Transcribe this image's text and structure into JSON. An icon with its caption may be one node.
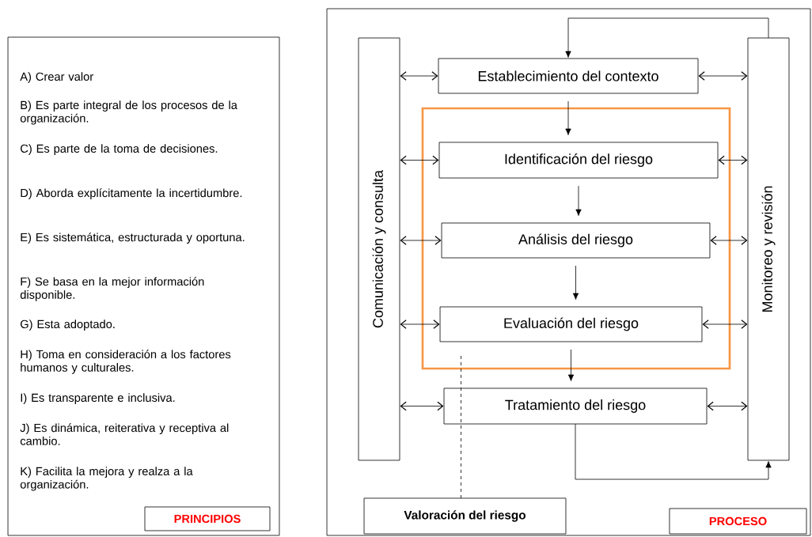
{
  "diagram": {
    "nodes": [
      {
        "text": [
          "A) Crear valor",
          "B) Es parte integral de los procesos de la organización.",
          "C) Es parte de la toma de decisiones.",
          "D) Aborda explícitamente la incertidumbre.",
          "E) Es sistemática, estructurada y oportuna.",
          "F) Se basa en la mejor información disponible.",
          "G) Esta adoptado.",
          "H) Toma en consideración a los factores humanos y culturales.",
          "I) Es transparente e inclusiva.",
          "J) Es dinámica, reiterativa y receptiva al cambio.",
          "K) Facilita la mejora y realza a la organización."
        ]
      },
      {
        "text": [
          "PRINCIPIOS"
        ],
        "in": 0
      },
      {
        "text": [],
        "shape": "box"
      },
      {
        "text": [
          "Comunicación y consulta"
        ],
        "in": 2
      },
      {
        "text": [
          "Monitoreo y revisión"
        ],
        "in": 2
      },
      {
        "text": [
          "Establecimiento del contexto"
        ],
        "in": 2
      },
      {
        "text": [],
        "shape": "box",
        "in": 2
      },
      {
        "text": [
          "Identificación del riesgo"
        ],
        "in": 6
      },
      {
        "text": [
          "Análisis del riesgo"
        ],
        "in": 6
      },
      {
        "text": [
          "Evaluación del riesgo"
        ],
        "in": 6
      },
      {
        "text": [
          "Tratamiento del riesgo"
        ],
        "in": 2
      },
      {
        "text": [
          "Valoración del riesgo"
        ],
        "in": 2
      },
      {
        "text": [
          "PROCESO"
        ],
        "in": 2
      }
    ],
    "edges": [
      {
        "from": 4,
        "to": 5,
        "arrow": "to"
      },
      {
        "from": 5,
        "to": 7,
        "arrow": "to"
      },
      {
        "from": 7,
        "to": 8,
        "arrow": "to"
      },
      {
        "from": 8,
        "to": 9,
        "arrow": "to"
      },
      {
        "from": 9,
        "to": 10,
        "arrow": "to"
      },
      {
        "from": 10,
        "to": 4,
        "arrow": "to"
      },
      {
        "from": 3,
        "to": 5,
        "arrow": "both"
      },
      {
        "from": 3,
        "to": 7,
        "arrow": "both"
      },
      {
        "from": 3,
        "to": 8,
        "arrow": "both"
      },
      {
        "from": 3,
        "to": 9,
        "arrow": "both"
      },
      {
        "from": 3,
        "to": 10,
        "arrow": "both"
      },
      {
        "from": 5,
        "to": 4,
        "arrow": "both"
      },
      {
        "from": 7,
        "to": 4,
        "arrow": "both"
      },
      {
        "from": 8,
        "to": 4,
        "arrow": "both"
      },
      {
        "from": 9,
        "to": 4,
        "arrow": "both"
      },
      {
        "from": 10,
        "to": 4,
        "arrow": "both"
      },
      {
        "from": 11,
        "to": 6,
        "arrow": "none",
        "style": "dashed"
      }
    ]
  }
}
